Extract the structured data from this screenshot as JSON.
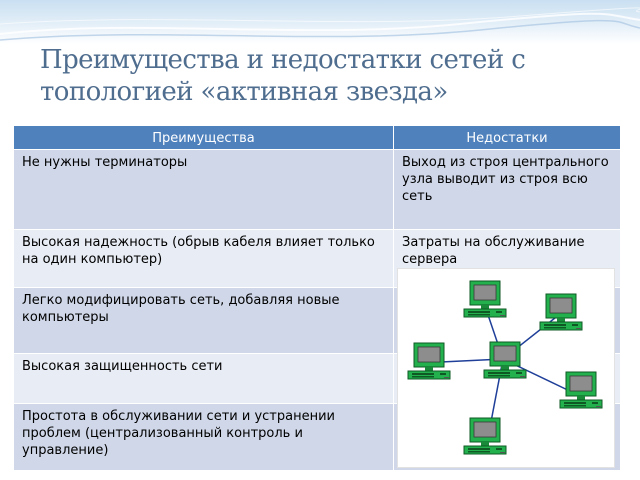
{
  "slide": {
    "title": "Преимущества и недостатки сетей с топологией «активная звезда»"
  },
  "table": {
    "headers": [
      "Преимущества",
      "Недостатки"
    ],
    "rows": [
      [
        "Не нужны терминаторы",
        "Выход из строя центрального узла выводит из строя всю сеть"
      ],
      [
        "Высокая надежность (обрыв кабеля влияет только на один компьютер)",
        "Затраты на обслуживание сервера"
      ],
      [
        "Легко модифицировать сеть, добавляя новые компьютеры",
        ""
      ],
      [
        "Высокая защищенность сети",
        ""
      ],
      [
        "Простота в обслуживании сети и устранении проблем (централизованный контроль и управление)",
        ""
      ]
    ]
  },
  "colors": {
    "header_bg": "#4f81bd",
    "row_dark": "#cfd7e8",
    "row_light": "#e8ecf4",
    "title": "#4f6d8e",
    "computer_green": "#22b14c"
  },
  "diagram": {
    "icon": "computer-icon",
    "center_icon": "computer-icon",
    "node_count": 6
  }
}
